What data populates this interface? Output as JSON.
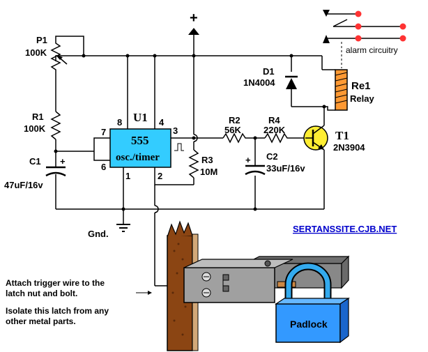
{
  "colors": {
    "wire": "#000000",
    "ic_fill": "#33ccff",
    "relay_fill": "#ff9933",
    "transistor_fill": "#ffee33",
    "contact_fill": "#ff3333",
    "wood": "#8b4513",
    "metal": "#9a9a9a",
    "padlock_body": "#3399ff",
    "padlock_shackle": "#33aaee",
    "website": "#0000cc"
  },
  "icons": {
    "supply": "plus-arrow-icon",
    "ground": "ground-symbol-icon",
    "pulse": "square-pulse-icon"
  },
  "labels": {
    "supply": "+",
    "p1_name": "P1",
    "p1_value": "100K",
    "r1_name": "R1",
    "r1_value": "100K",
    "c1_name": "C1",
    "c1_value": "47uF/16v",
    "ic_ref": "U1",
    "ic_name": "555",
    "ic_desc": "osc./timer",
    "pin8": "8",
    "pin4": "4",
    "pin7": "7",
    "pin6": "6",
    "pin3": "3",
    "pin1": "1",
    "pin2": "2",
    "r3_name": "R3",
    "r3_value": "10M",
    "r2_name": "R2",
    "r2_value": "56K",
    "r4_name": "R4",
    "r4_value": "220K",
    "c2_name": "C2",
    "c2_value": "33uF/16v",
    "d1_name": "D1",
    "d1_value": "1N4004",
    "relay_name": "Re1",
    "relay_desc": "Relay",
    "t1_name": "T1",
    "t1_value": "2N3904",
    "alarm": "alarm circuitry",
    "ground": "Gnd.",
    "website": "SERTANSSITE.CJB.NET",
    "padlock": "Padlock",
    "c_plus": "+"
  },
  "notes": {
    "line1": "Attach trigger wire to the",
    "line2": "latch nut and bolt.",
    "line3": "Isolate this latch from any",
    "line4": "other metal parts."
  }
}
